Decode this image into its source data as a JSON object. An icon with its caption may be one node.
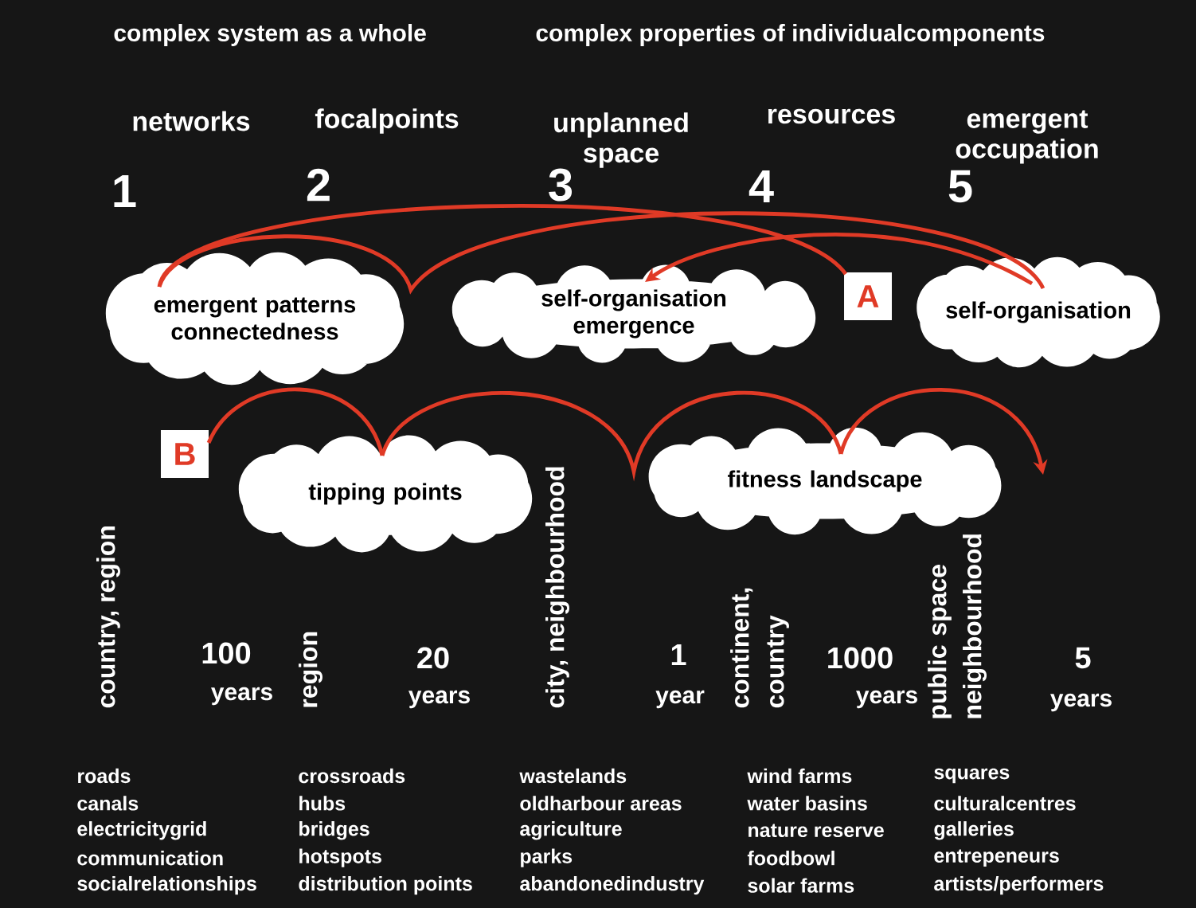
{
  "diagram": {
    "nodes": [
      {
        "text": [
          "emergent patterns connectedness"
        ]
      },
      {
        "text": [
          "self-organisation emergence"
        ]
      },
      {
        "text": [
          "A"
        ]
      },
      {
        "text": [
          "self-organisation"
        ]
      },
      {
        "text": [
          "B"
        ]
      },
      {
        "text": [
          "tipping points"
        ]
      },
      {
        "text": [
          "fitness landscape"
        ]
      }
    ],
    "edges": [
      {
        "from": 0,
        "to": 2,
        "arrow": "none"
      },
      {
        "from": 0,
        "to": 3,
        "arrow": "none"
      },
      {
        "from": 3,
        "to": 1,
        "arrow": "to"
      },
      {
        "from": 4,
        "to": 5,
        "arrow": "none"
      },
      {
        "from": 5,
        "to": 6,
        "arrow": "none"
      },
      {
        "from": 6,
        "to": null,
        "arrow": "to"
      }
    ],
    "labels": [
      "complex system as a whole",
      "complex properties of individualcomponents",
      "networks",
      "focalpoints",
      "unplanned space",
      "resources",
      "emergent occupation",
      "1",
      "2",
      "3",
      "4",
      "5",
      "country, region",
      "100",
      "years",
      "region",
      "20",
      "years",
      "city, neighbourhood",
      "1",
      "year",
      "continent, country",
      "1000",
      "years",
      "public space neighbourhood",
      "5",
      "years",
      "roads",
      "canals",
      "electricitygrid",
      "communication",
      "socialrelationships",
      "crossroads",
      "hubs",
      "bridges",
      "hotspots",
      "distribution points",
      "wastelands",
      "oldharbour areas",
      "agriculture",
      "parks",
      "abandonedindustry",
      "wind farms",
      "water basins",
      "nature reserve",
      "foodbowl",
      "solar farms",
      "squares",
      "culturalcentres",
      "galleries",
      "entrepeneurs",
      "artists/performers"
    ]
  }
}
